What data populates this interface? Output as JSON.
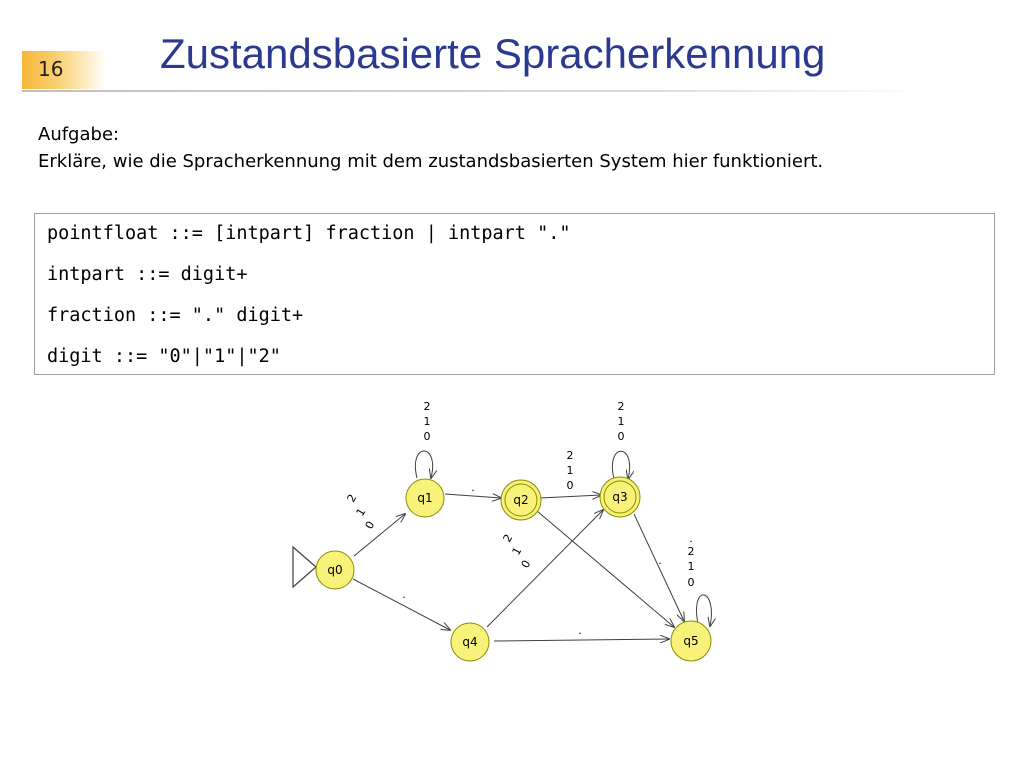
{
  "slide": {
    "page_number": "16",
    "title": "Zustandsbasierte Spracherkennung"
  },
  "task": {
    "heading": "Aufgabe:",
    "text": "Erkläre, wie die Spracherkennung mit dem zustandsbasierten System hier funktioniert."
  },
  "grammar": [
    "pointfloat ::= [intpart] fraction | intpart \".\"",
    "intpart ::= digit+",
    "fraction ::= \".\" digit+",
    "digit ::= \"0\"|\"1\"|\"2\""
  ],
  "automaton": {
    "colors": {
      "state_fill": "#f9f27a",
      "state_stroke": "#8c8c00",
      "edge": "#404040"
    },
    "states": [
      {
        "id": "q0",
        "label": "q0",
        "start": true,
        "accepting": false
      },
      {
        "id": "q1",
        "label": "q1",
        "start": false,
        "accepting": false
      },
      {
        "id": "q2",
        "label": "q2",
        "start": false,
        "accepting": true
      },
      {
        "id": "q3",
        "label": "q3",
        "start": false,
        "accepting": true
      },
      {
        "id": "q4",
        "label": "q4",
        "start": false,
        "accepting": false
      },
      {
        "id": "q5",
        "label": "q5",
        "start": false,
        "accepting": false
      }
    ],
    "loop_labels": {
      "q1": [
        "2",
        "1",
        "0"
      ],
      "q3": [
        "2",
        "1",
        "0"
      ],
      "q5": [
        ".",
        "2",
        "1",
        "0"
      ]
    },
    "edge_labels": {
      "q0_q1": [
        "2",
        "1",
        "0"
      ],
      "q1_q2": [
        "."
      ],
      "q2_q3": [
        "2",
        "1",
        "0"
      ],
      "q4_q3": [
        "2",
        "1",
        "0"
      ],
      "q0_q4": [
        "."
      ],
      "q4_q5": [
        "."
      ],
      "q3_q5": [
        "."
      ]
    }
  }
}
